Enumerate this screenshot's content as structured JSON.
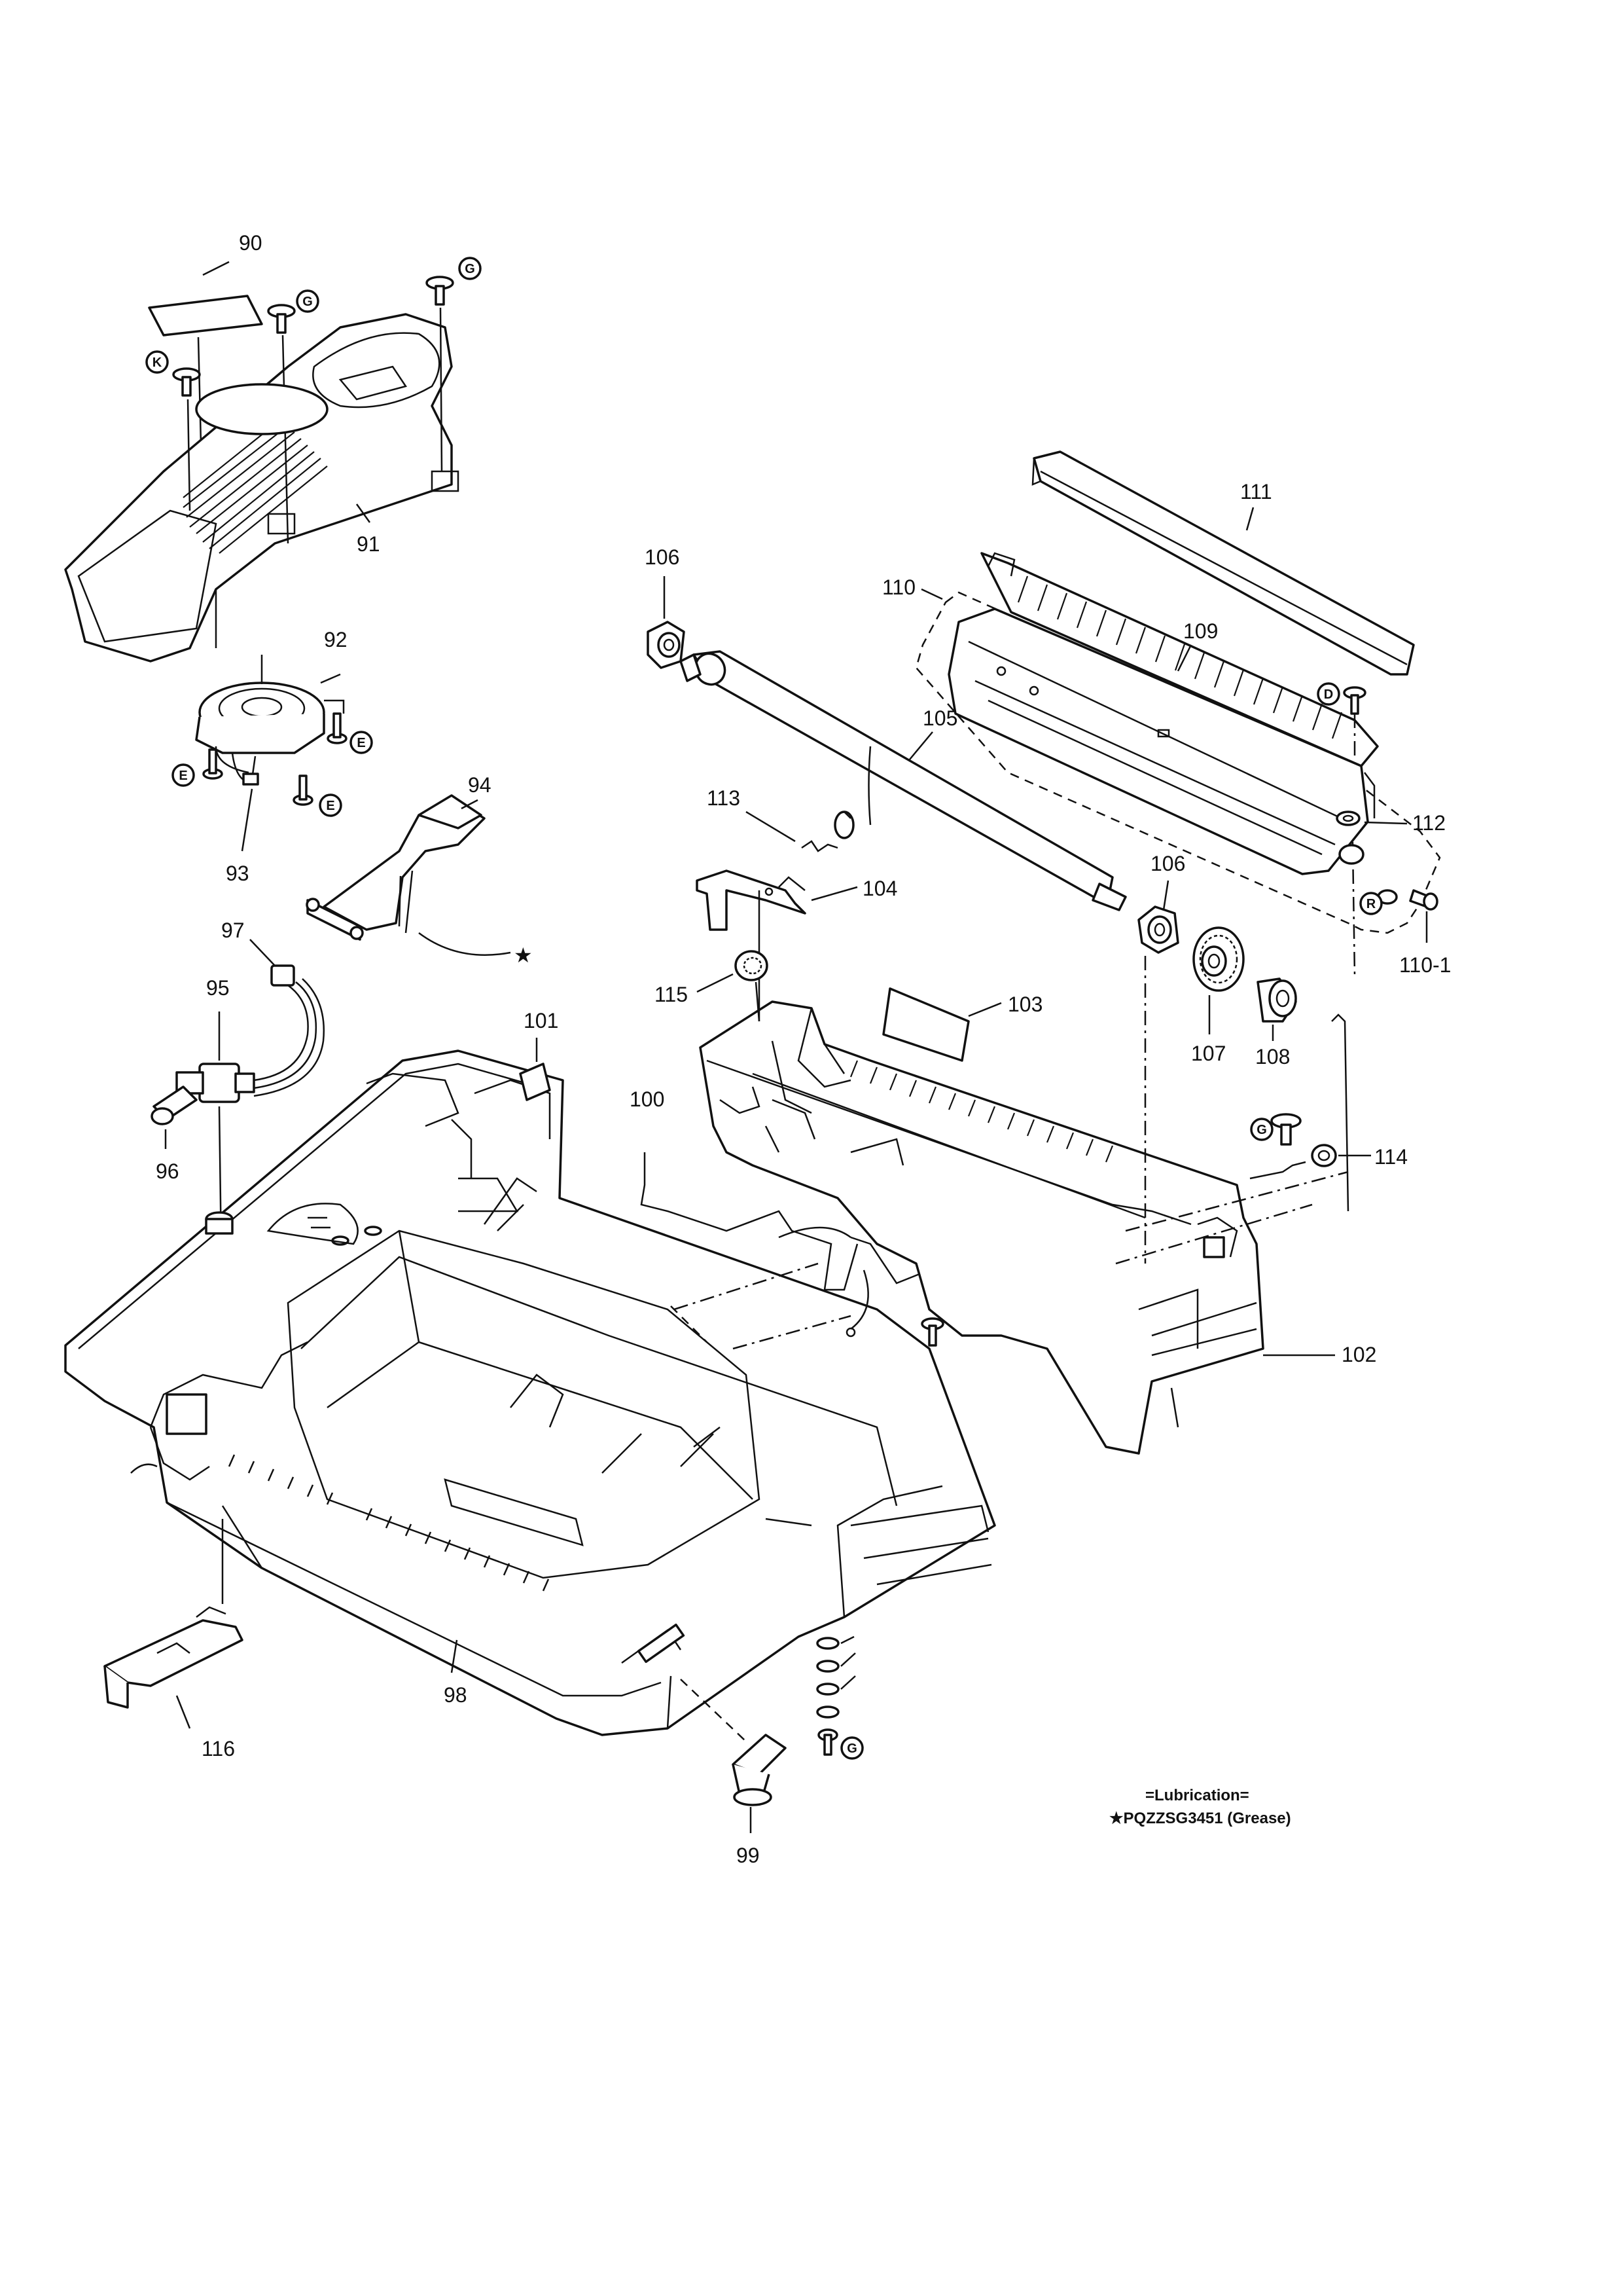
{
  "part_labels": [
    {
      "id": "p90",
      "text": "90"
    },
    {
      "id": "p91",
      "text": "91"
    },
    {
      "id": "p92",
      "text": "92"
    },
    {
      "id": "p93",
      "text": "93"
    },
    {
      "id": "p94",
      "text": "94"
    },
    {
      "id": "p95",
      "text": "95"
    },
    {
      "id": "p96",
      "text": "96"
    },
    {
      "id": "p97",
      "text": "97"
    },
    {
      "id": "p98",
      "text": "98"
    },
    {
      "id": "p99",
      "text": "99"
    },
    {
      "id": "p100",
      "text": "100"
    },
    {
      "id": "p101",
      "text": "101"
    },
    {
      "id": "p102",
      "text": "102"
    },
    {
      "id": "p103",
      "text": "103"
    },
    {
      "id": "p104",
      "text": "104"
    },
    {
      "id": "p105",
      "text": "105"
    },
    {
      "id": "p106a",
      "text": "106"
    },
    {
      "id": "p106b",
      "text": "106"
    },
    {
      "id": "p107",
      "text": "107"
    },
    {
      "id": "p108",
      "text": "108"
    },
    {
      "id": "p109",
      "text": "109"
    },
    {
      "id": "p110",
      "text": "110"
    },
    {
      "id": "p110-1",
      "text": "110-1"
    },
    {
      "id": "p111",
      "text": "111"
    },
    {
      "id": "p112",
      "text": "112"
    },
    {
      "id": "p113",
      "text": "113"
    },
    {
      "id": "p114",
      "text": "114"
    },
    {
      "id": "p115",
      "text": "115"
    },
    {
      "id": "p116",
      "text": "116"
    }
  ],
  "screw_codes": {
    "G": "G",
    "K": "K",
    "E": "E",
    "D": "D",
    "R": "R"
  },
  "lubrication_note": {
    "title": "=Lubrication=",
    "marker": "★",
    "item": "★PQZZSG3451 (Grease)"
  }
}
